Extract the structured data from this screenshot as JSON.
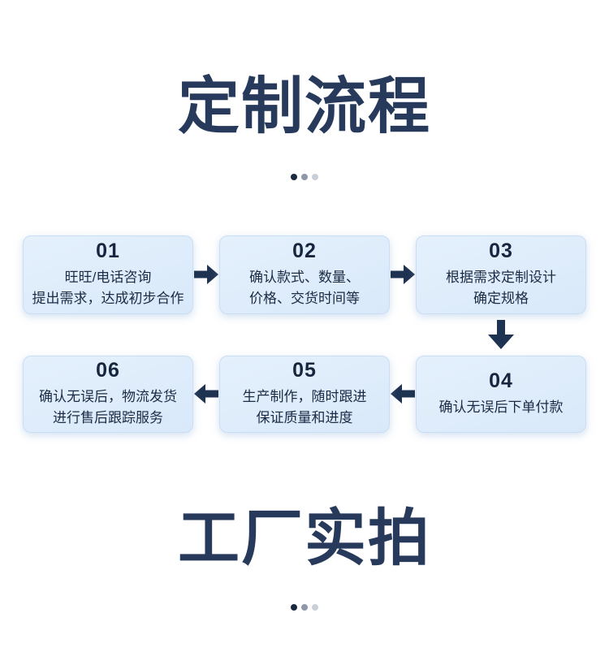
{
  "sections": {
    "process": {
      "title": "定制流程",
      "steps": [
        {
          "number": "01",
          "lines": [
            "旺旺/电话咨询",
            "提出需求，达成初步合作"
          ]
        },
        {
          "number": "02",
          "lines": [
            "确认款式、数量、",
            "价格、交货时间等"
          ]
        },
        {
          "number": "03",
          "lines": [
            "根据需求定制设计",
            "确定规格"
          ]
        },
        {
          "number": "04",
          "lines": [
            "确认无误后下单付款"
          ]
        },
        {
          "number": "05",
          "lines": [
            "生产制作，随时跟进",
            "保证质量和进度"
          ]
        },
        {
          "number": "06",
          "lines": [
            "确认无误后，物流发货",
            "进行售后跟踪服务"
          ]
        }
      ]
    },
    "factory": {
      "title": "工厂实拍"
    }
  },
  "carousel_dots": [
    "active",
    "inactive",
    "inactive"
  ],
  "colors": {
    "title_text": "#273a5c",
    "arrow": "#1e3252",
    "box_background_top": "#e4f0fc",
    "box_background_bottom": "#d9e9fa",
    "box_border": "#c9ddf4",
    "box_text": "#1b2b45",
    "step_number": "#17263e",
    "dot_active": "#1b2940",
    "dot_mid": "#8e98a9",
    "dot_light": "#c9cfd9",
    "page_background": "#ffffff"
  }
}
